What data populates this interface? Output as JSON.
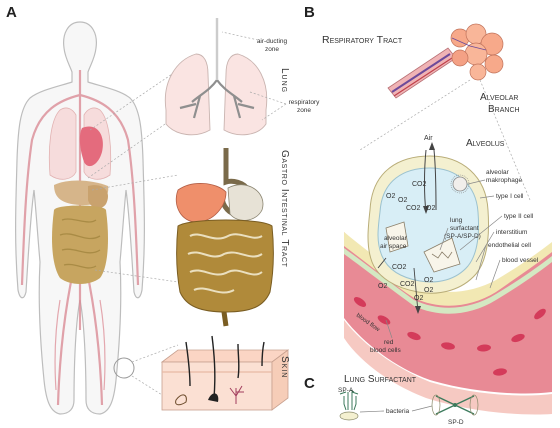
{
  "panels": {
    "a": "A",
    "b": "B",
    "c": "C"
  },
  "organs": {
    "lung": "Lung",
    "gi": "Gastro Intestinal Tract",
    "skin": "Skin",
    "air_ducting_1": "air-ducting",
    "air_ducting_2": "zone",
    "resp_zone_1": "respiratory",
    "resp_zone_2": "zone"
  },
  "respiratory": {
    "tract": "Respiratory Tract",
    "alveolar_1": "Alveolar",
    "alveolar_2": "Branch",
    "alveolus": "Alveolus",
    "air": "Air",
    "makro_1": "alveolar",
    "makro_2": "makrophage",
    "type1": "type I cell",
    "type2": "type II cell",
    "surf_1": "lung",
    "surf_2": "surfactant",
    "surf_3": "(SP-A/SP-D)",
    "airspace_1": "alveolar",
    "airspace_2": "air space",
    "interstitium": "interstitium",
    "endothelial": "endothelial cell",
    "vessel": "blood vessel",
    "flow": "blood flow",
    "rbc_1": "red",
    "rbc_2": "blood cells",
    "o2": "O2",
    "co2": "CO2"
  },
  "surfactant": {
    "title": "Lung Surfactant",
    "spa": "SP-A",
    "spd": "SP-D",
    "bacteria": "bacteria"
  }
}
